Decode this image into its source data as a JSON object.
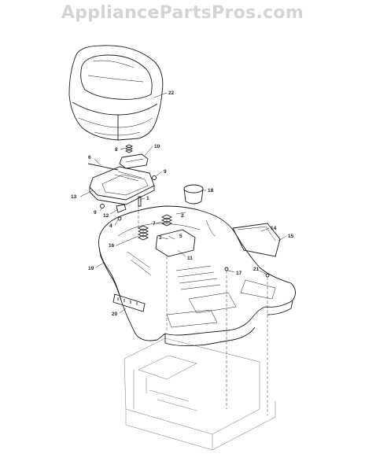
{
  "watermark": "AppliancePartsPros.com",
  "callouts": [
    {
      "id": "c22",
      "label": "22"
    },
    {
      "id": "c8",
      "label": "8"
    },
    {
      "id": "c10",
      "label": "10"
    },
    {
      "id": "c6",
      "label": "6"
    },
    {
      "id": "c9a",
      "label": "9"
    },
    {
      "id": "c1",
      "label": "1"
    },
    {
      "id": "c13",
      "label": "13"
    },
    {
      "id": "c9b",
      "label": "9"
    },
    {
      "id": "c12",
      "label": "12"
    },
    {
      "id": "c4",
      "label": "4"
    },
    {
      "id": "c18",
      "label": "18"
    },
    {
      "id": "c2",
      "label": "2"
    },
    {
      "id": "c7",
      "label": "7"
    },
    {
      "id": "c3",
      "label": "3"
    },
    {
      "id": "c5",
      "label": "5"
    },
    {
      "id": "c16",
      "label": "16"
    },
    {
      "id": "c11",
      "label": "11"
    },
    {
      "id": "c14",
      "label": "14"
    },
    {
      "id": "c15",
      "label": "15"
    },
    {
      "id": "c19",
      "label": "19"
    },
    {
      "id": "c17",
      "label": "17"
    },
    {
      "id": "c21",
      "label": "21"
    },
    {
      "id": "c20",
      "label": "20"
    }
  ]
}
